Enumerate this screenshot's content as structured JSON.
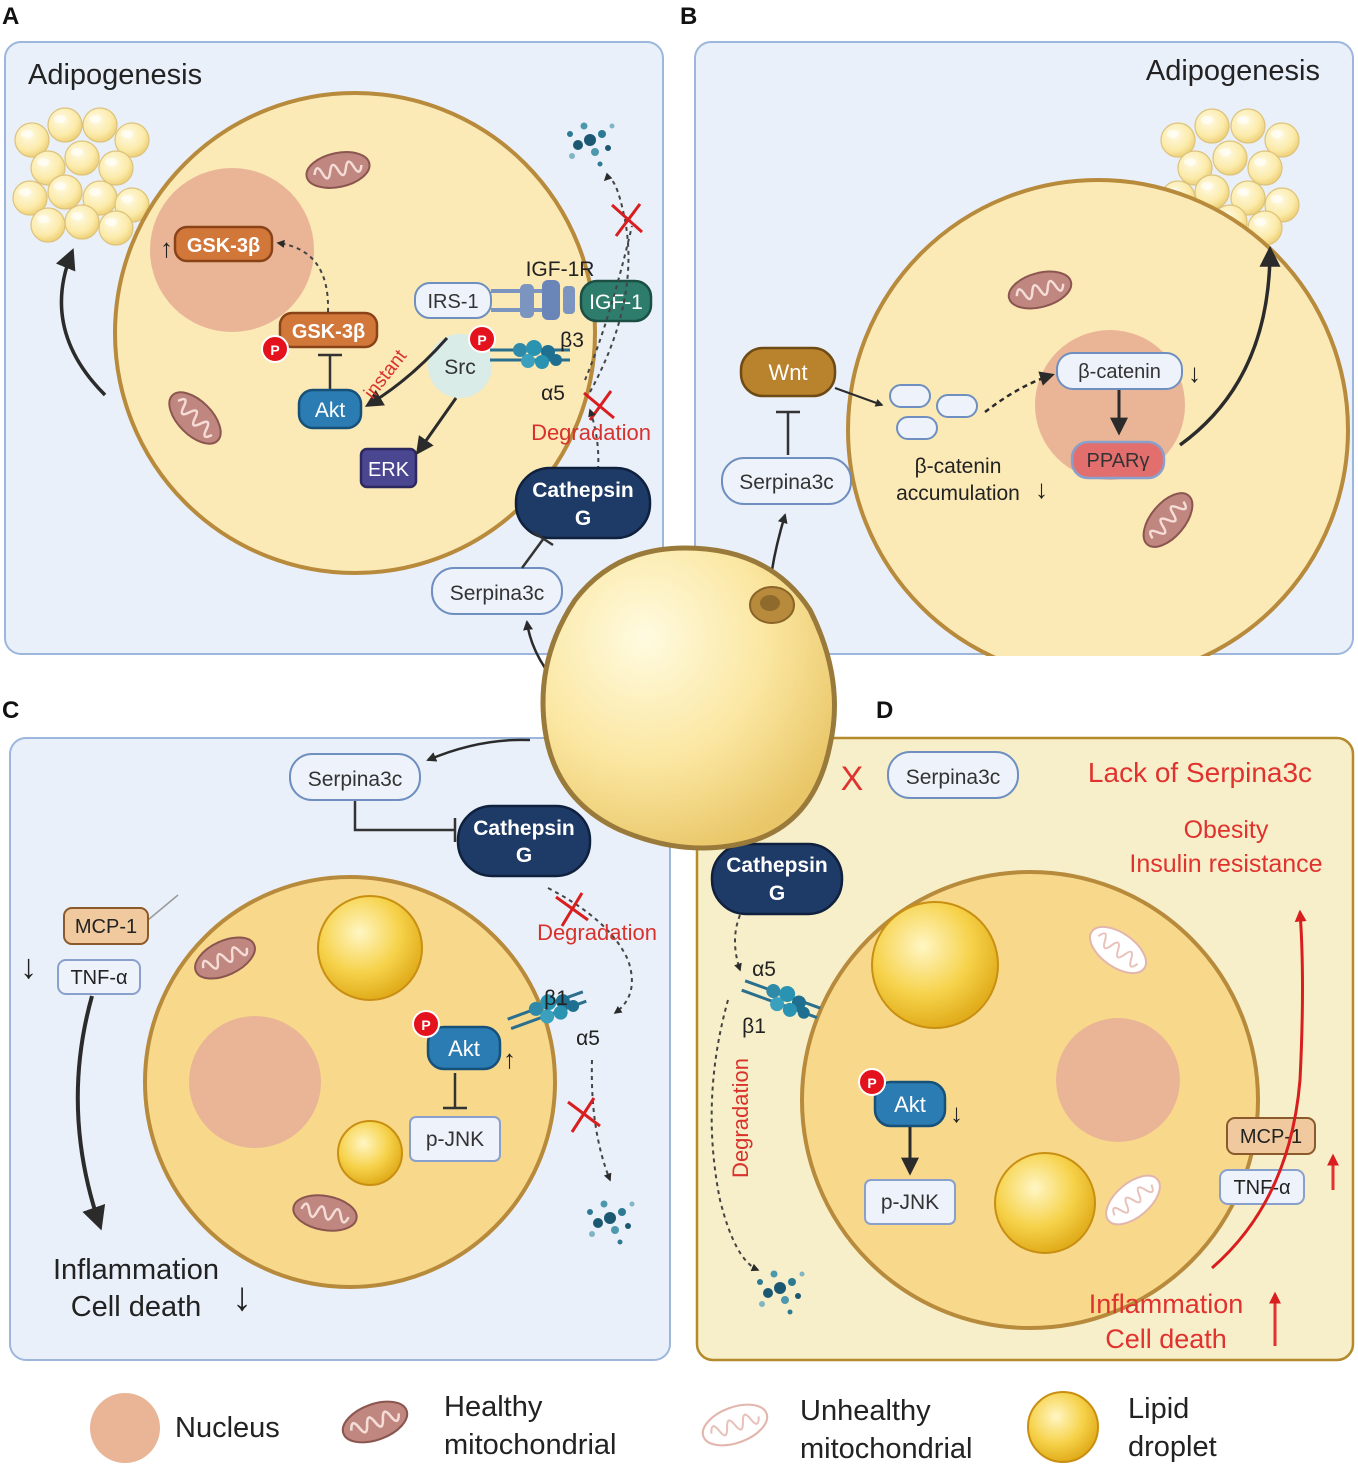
{
  "panels": {
    "a": {
      "letter": "A",
      "title": "Adipogenesis"
    },
    "b": {
      "letter": "B",
      "title": "Adipogenesis"
    },
    "c": {
      "letter": "C"
    },
    "d": {
      "letter": "D",
      "title": "Lack of Serpina3c"
    }
  },
  "labels": {
    "gsk3b": "GSK-3β",
    "akt": "Akt",
    "erk": "ERK",
    "irs1": "IRS-1",
    "igf1r": "IGF-1R",
    "igf1": "IGF-1",
    "src": "Src",
    "instant": "instant",
    "beta3": "β3",
    "alpha5": "α5",
    "beta1": "β1",
    "degradation": "Degradation",
    "cathepsin_line1": "Cathepsin",
    "cathepsin_line2": "G",
    "serpina3c": "Serpina3c",
    "wnt": "Wnt",
    "bcatenin": "β-catenin",
    "bcatenin_accum_line1": "β-catenin",
    "bcatenin_accum_line2": "accumulation",
    "ppar": "PPARγ",
    "mcp1": "MCP-1",
    "tnfa": "TNF-α",
    "pjnk": "p-JNK",
    "p": "P",
    "inflammation": "Inflammation",
    "celldeath": "Cell death",
    "obesity": "Obesity",
    "insulin_resistance": "Insulin resistance",
    "x_mark": "X"
  },
  "legend": {
    "nucleus": "Nucleus",
    "healthy_line1": "Healthy",
    "healthy_line2": "mitochondrial",
    "unhealthy_line1": "Unhealthy",
    "unhealthy_line2": "mitochondrial",
    "lipid_line1": "Lipid",
    "lipid_line2": "droplet"
  },
  "colors": {
    "panel_bg": "#eaf0f9",
    "panel_border": "#9cb6dc",
    "panel_d_bg": "#f7efc9",
    "panel_d_border": "#b48a2c",
    "cell_fill": "#fbe9b6",
    "cell_fill_dark": "#f8d98b",
    "cell_border": "#b88a3c",
    "nucleus": "#eab596",
    "red_text": "#e0322e",
    "navy": "#1e3a66",
    "steel": "#2a7cb3",
    "orange": "#d2773a",
    "purple": "#4b4690",
    "teal": "#2e7d6c"
  }
}
